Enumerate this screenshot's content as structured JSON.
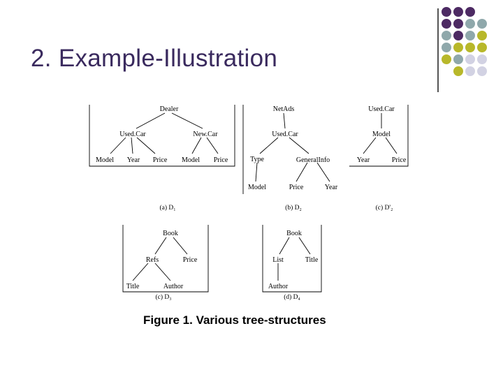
{
  "slide": {
    "title": "2. Example-Illustration",
    "figure_caption": "Figure 1. Various tree-structures"
  },
  "decoration": {
    "dot_colors": {
      "purple": "#4d2a63",
      "teal": "#8fa8ab",
      "olive": "#b8b82a",
      "lavender": "#d2d2e3"
    }
  },
  "trees": {
    "d1": {
      "caption": "(a) D₁",
      "nodes": {
        "dealer": "Dealer",
        "usedcar": "Used.Car",
        "newcar": "New.Car",
        "model1": "Model",
        "year1": "Year",
        "price1": "Price",
        "model2": "Model",
        "price2": "Price"
      }
    },
    "d2": {
      "caption": "(b) D₂",
      "nodes": {
        "netads": "NetAds",
        "usedcar": "Used.Car",
        "type": "Type",
        "generalinfo": "GeneralInfo",
        "model": "Model",
        "price": "Price",
        "year": "Year"
      }
    },
    "d2prime": {
      "caption": "(c) D'₂",
      "nodes": {
        "usedcar": "Used.Car",
        "model": "Model",
        "year": "Year",
        "price": "Price"
      }
    },
    "d3": {
      "caption": "(c) D₃",
      "nodes": {
        "book": "Book",
        "refs": "Refs",
        "price": "Price",
        "title": "Title",
        "author": "Author"
      }
    },
    "d4": {
      "caption": "(d) D₄",
      "nodes": {
        "book": "Book",
        "list": "List",
        "title": "Title",
        "author": "Author"
      }
    }
  }
}
